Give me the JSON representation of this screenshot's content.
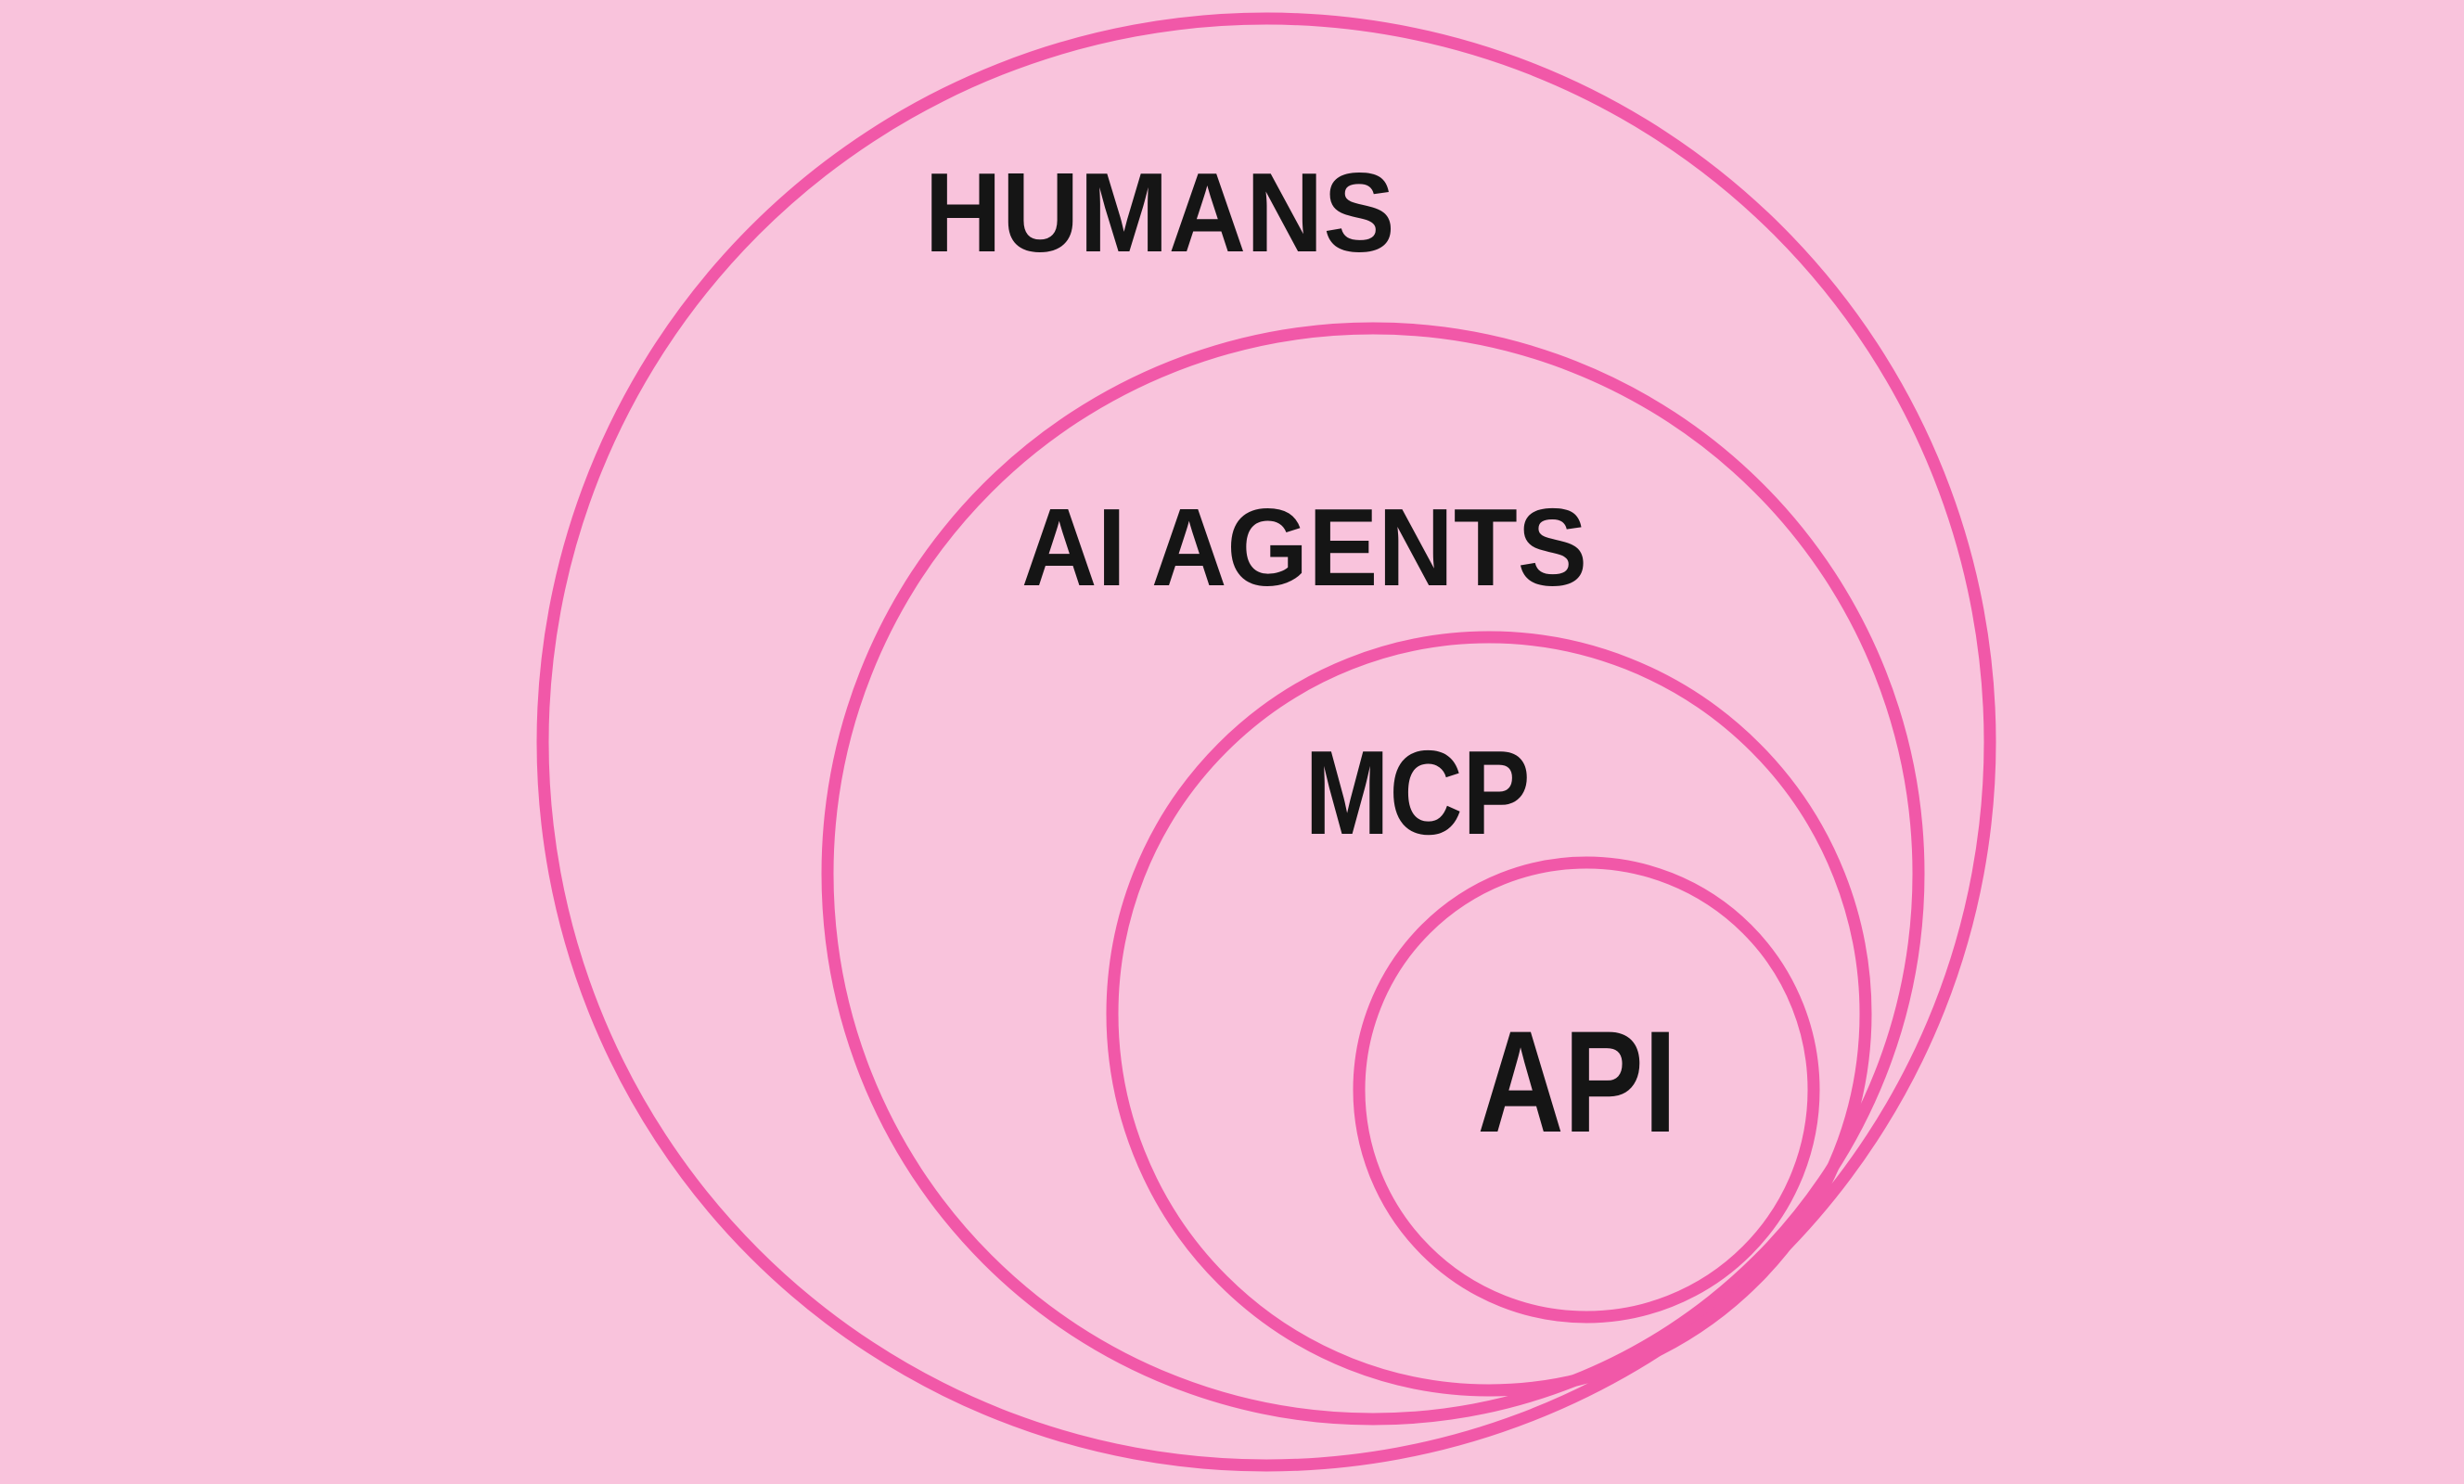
{
  "diagram": {
    "type": "nested-circles",
    "rings": [
      {
        "id": "humans",
        "label": "HUMANS"
      },
      {
        "id": "ai-agents",
        "label": "AI AGENTS"
      },
      {
        "id": "mcp",
        "label": "MCP"
      },
      {
        "id": "api",
        "label": "API"
      }
    ]
  },
  "colors": {
    "background": "#f9c3dc",
    "circle_stroke": "#f158a8",
    "label_text": "#151515"
  }
}
